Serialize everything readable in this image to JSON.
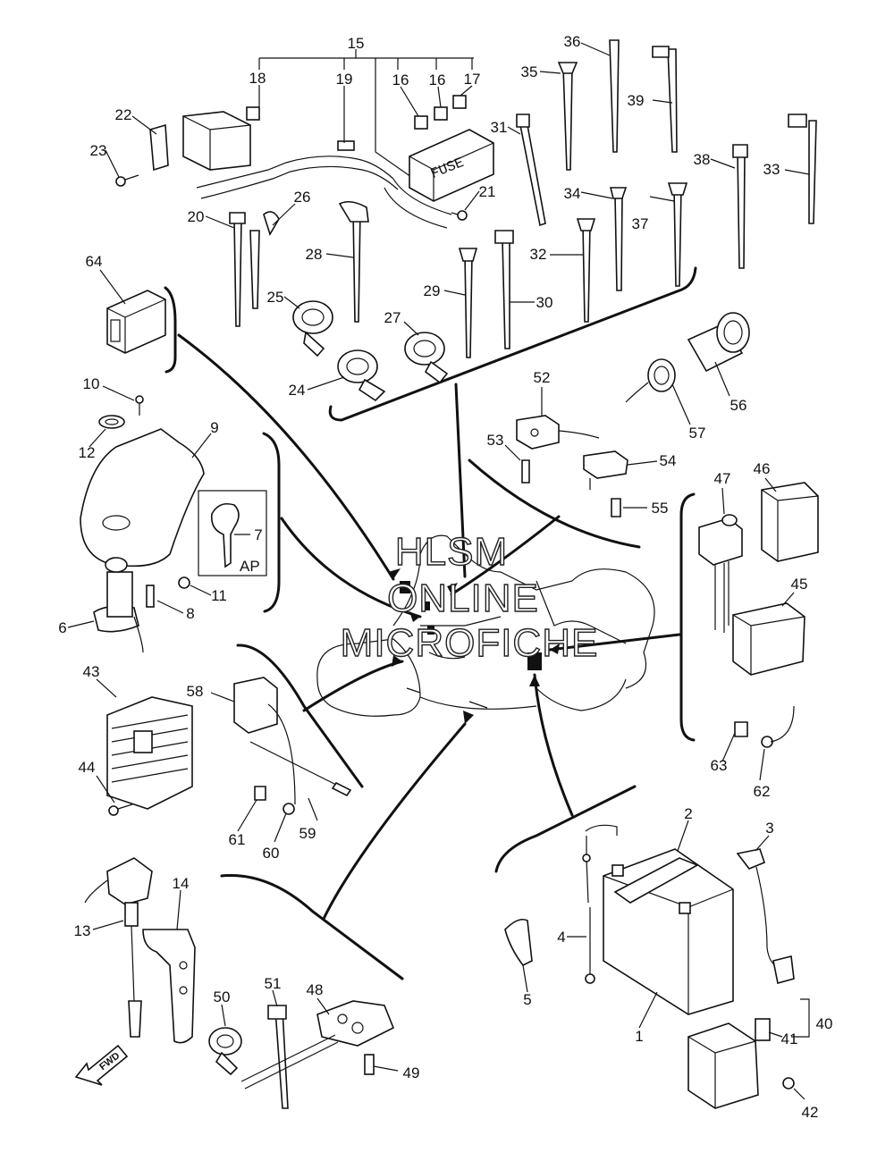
{
  "diagram": {
    "watermark": [
      "HLSM",
      "ONLINE",
      "MICROFICHE"
    ],
    "fuse_text": "FUSE",
    "fwd_text": "FWD",
    "ap_text": "AP",
    "callouts": [
      {
        "id": "p15",
        "text": "15"
      },
      {
        "id": "p18",
        "text": "18"
      },
      {
        "id": "p19",
        "text": "19"
      },
      {
        "id": "p16a",
        "text": "16"
      },
      {
        "id": "p16b",
        "text": "16"
      },
      {
        "id": "p17",
        "text": "17"
      },
      {
        "id": "p36",
        "text": "36"
      },
      {
        "id": "p35",
        "text": "35"
      },
      {
        "id": "p39",
        "text": "39"
      },
      {
        "id": "p22",
        "text": "22"
      },
      {
        "id": "p31",
        "text": "31"
      },
      {
        "id": "p23",
        "text": "23"
      },
      {
        "id": "p21",
        "text": "21"
      },
      {
        "id": "p38",
        "text": "38"
      },
      {
        "id": "p33",
        "text": "33"
      },
      {
        "id": "p34",
        "text": "34"
      },
      {
        "id": "p37",
        "text": "37"
      },
      {
        "id": "p20",
        "text": "20"
      },
      {
        "id": "p26",
        "text": "26"
      },
      {
        "id": "p28",
        "text": "28"
      },
      {
        "id": "p32",
        "text": "32"
      },
      {
        "id": "p64",
        "text": "64"
      },
      {
        "id": "p29",
        "text": "29"
      },
      {
        "id": "p30",
        "text": "30"
      },
      {
        "id": "p25",
        "text": "25"
      },
      {
        "id": "p27",
        "text": "27"
      },
      {
        "id": "p24",
        "text": "24"
      },
      {
        "id": "p56",
        "text": "56"
      },
      {
        "id": "p10",
        "text": "10"
      },
      {
        "id": "p52",
        "text": "52"
      },
      {
        "id": "p57",
        "text": "57"
      },
      {
        "id": "p9",
        "text": "9"
      },
      {
        "id": "p53",
        "text": "53"
      },
      {
        "id": "p12",
        "text": "12"
      },
      {
        "id": "p54",
        "text": "54"
      },
      {
        "id": "p47",
        "text": "47"
      },
      {
        "id": "p46",
        "text": "46"
      },
      {
        "id": "p55",
        "text": "55"
      },
      {
        "id": "p7",
        "text": "7"
      },
      {
        "id": "p45",
        "text": "45"
      },
      {
        "id": "p11",
        "text": "11"
      },
      {
        "id": "p8",
        "text": "8"
      },
      {
        "id": "p6",
        "text": "6"
      },
      {
        "id": "p43",
        "text": "43"
      },
      {
        "id": "p58",
        "text": "58"
      },
      {
        "id": "p63",
        "text": "63"
      },
      {
        "id": "p44",
        "text": "44"
      },
      {
        "id": "p62",
        "text": "62"
      },
      {
        "id": "p61",
        "text": "61"
      },
      {
        "id": "p59",
        "text": "59"
      },
      {
        "id": "p60",
        "text": "60"
      },
      {
        "id": "p2",
        "text": "2"
      },
      {
        "id": "p3",
        "text": "3"
      },
      {
        "id": "p14",
        "text": "14"
      },
      {
        "id": "p13",
        "text": "13"
      },
      {
        "id": "p4",
        "text": "4"
      },
      {
        "id": "p50",
        "text": "50"
      },
      {
        "id": "p51",
        "text": "51"
      },
      {
        "id": "p48",
        "text": "48"
      },
      {
        "id": "p5",
        "text": "5"
      },
      {
        "id": "p1",
        "text": "1"
      },
      {
        "id": "p40",
        "text": "40"
      },
      {
        "id": "p41",
        "text": "41"
      },
      {
        "id": "p49",
        "text": "49"
      },
      {
        "id": "p42",
        "text": "42"
      }
    ]
  }
}
